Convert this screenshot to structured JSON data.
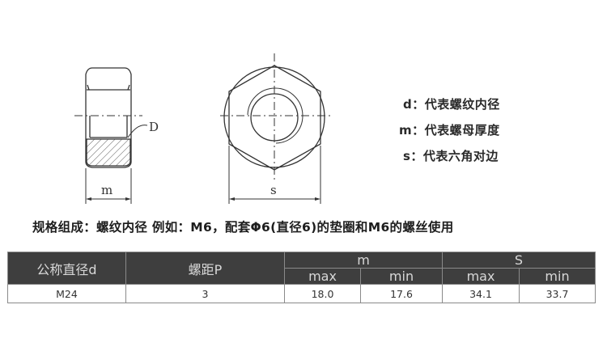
{
  "drawing": {
    "side_view": {
      "label_D": "D",
      "label_m": "m"
    },
    "front_view": {
      "label_s": "s"
    }
  },
  "legend": [
    {
      "key": "d",
      "text": "d：代表螺纹内径"
    },
    {
      "key": "m",
      "text": "m：代表螺母厚度"
    },
    {
      "key": "s",
      "text": "s：代表六角对边"
    }
  ],
  "caption": "规格组成：螺纹内径 例如：M6，配套Φ6(直径6)的垫圈和M6的螺丝使用",
  "table": {
    "headers": {
      "nominal_diameter": "公称直径d",
      "pitch": "螺距P",
      "m": "m",
      "s": "S",
      "m_max": "max",
      "m_min": "min",
      "s_max": "max",
      "s_min": "min"
    },
    "rows": [
      {
        "nominal_diameter": "M24",
        "pitch": "3",
        "m_max": "18.0",
        "m_min": "17.6",
        "s_max": "34.1",
        "s_min": "33.7"
      }
    ]
  },
  "colors": {
    "header_bg": "#3e3e3e",
    "header_text": "#d8d8d8",
    "border": "#8a8a8a"
  }
}
